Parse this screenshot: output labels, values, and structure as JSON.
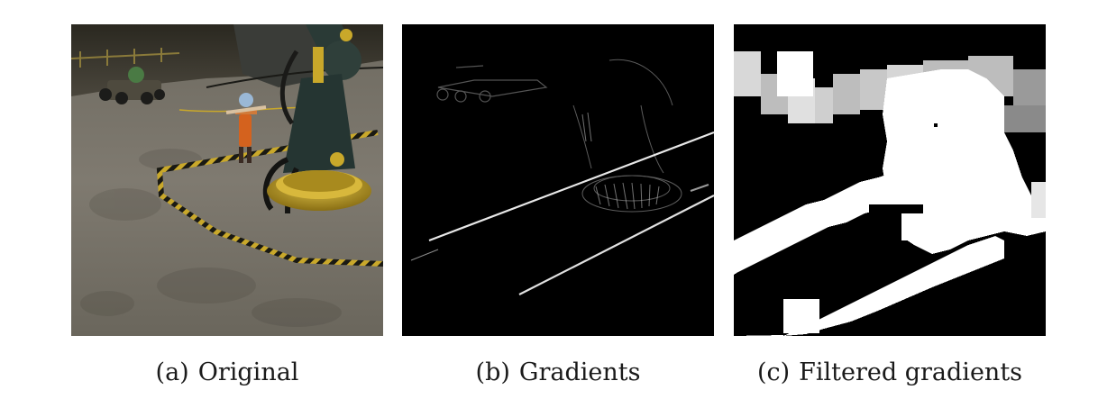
{
  "subfigures": [
    {
      "label": "(a)",
      "caption": "Original"
    },
    {
      "label": "(b)",
      "caption": "Gradients"
    },
    {
      "label": "(c)",
      "caption": "Filtered gradients"
    }
  ]
}
